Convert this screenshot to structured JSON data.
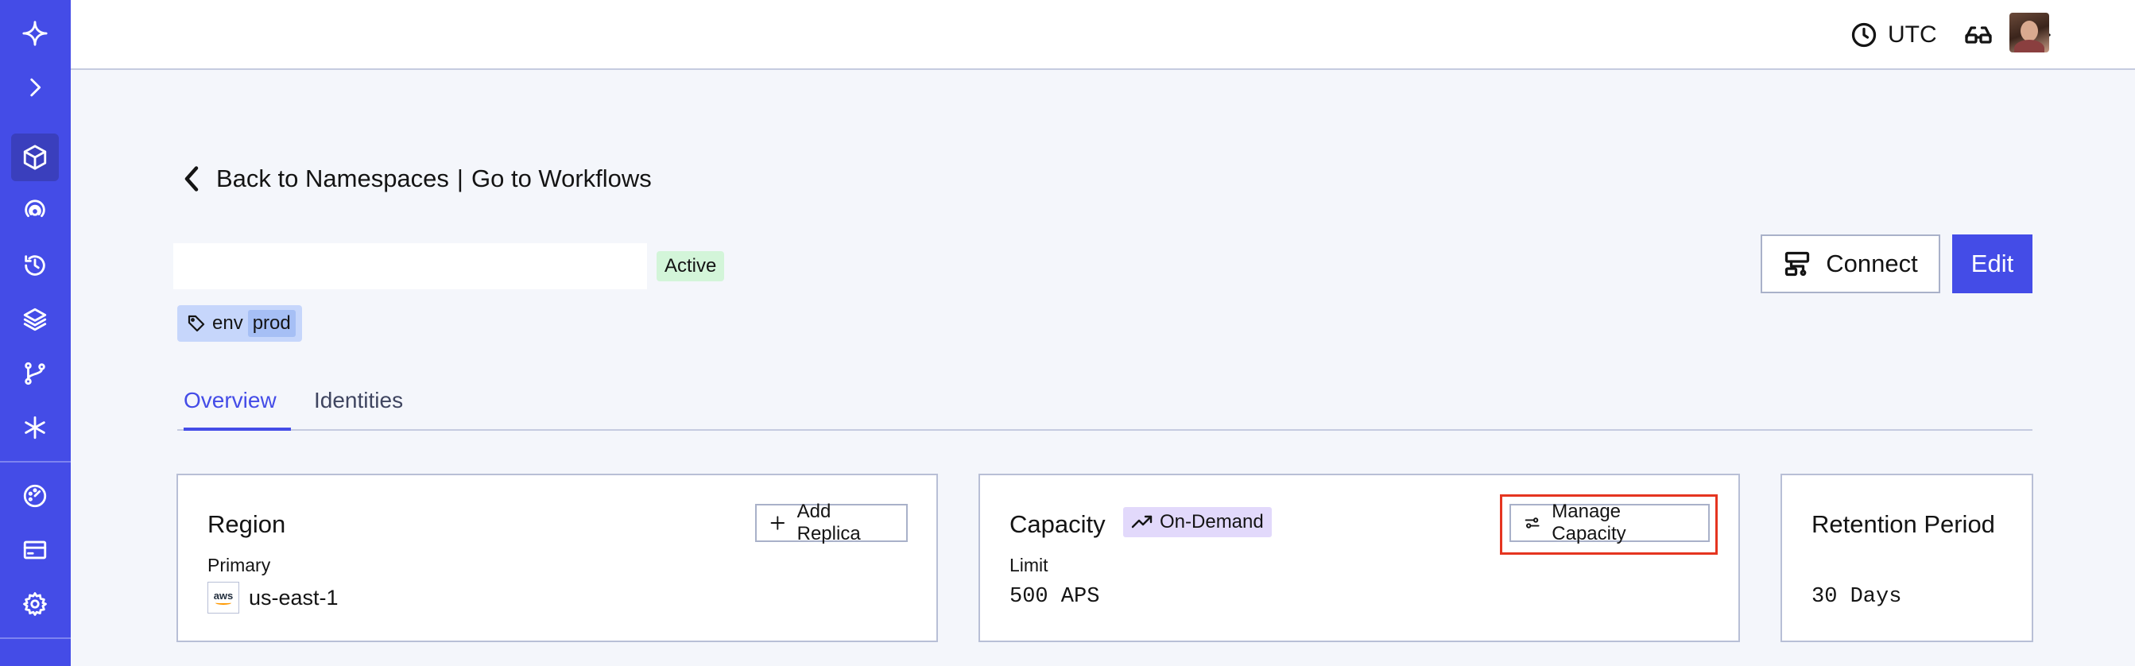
{
  "topbar": {
    "timezone_label": "UTC"
  },
  "nav": {
    "back_label": "Back to Namespaces",
    "separator": "|",
    "workflows_label": "Go to Workflows"
  },
  "namespace": {
    "status": "Active",
    "tag_key": "env",
    "tag_value": "prod"
  },
  "actions": {
    "connect_label": "Connect",
    "edit_label": "Edit"
  },
  "tabs": [
    {
      "label": "Overview",
      "active": true
    },
    {
      "label": "Identities",
      "active": false
    }
  ],
  "region_card": {
    "title": "Region",
    "add_replica_label": "Add Replica",
    "primary_label": "Primary",
    "provider_logo": "aws",
    "region": "us-east-1"
  },
  "capacity_card": {
    "title": "Capacity",
    "mode_badge": "On-Demand",
    "manage_label": "Manage Capacity",
    "limit_label": "Limit",
    "limit_value": "500 APS"
  },
  "retention_card": {
    "title": "Retention Period",
    "value": "30 Days"
  },
  "colors": {
    "accent": "#444ce7",
    "status_active_bg": "#d3f5d9",
    "highlight": "#e53520"
  }
}
